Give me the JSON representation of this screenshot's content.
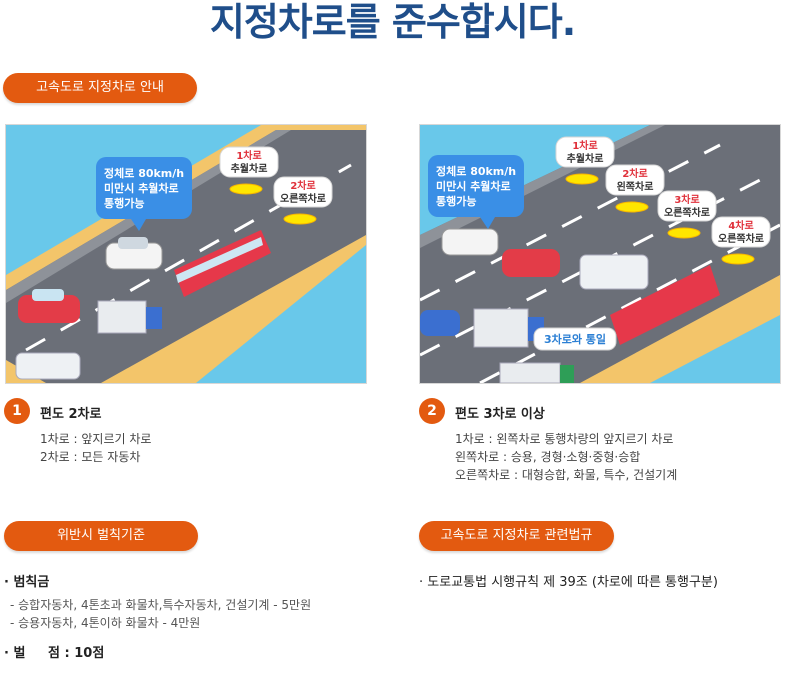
{
  "title": "지정차로를 준수합시다.",
  "section1": {
    "label": "고속도로 지정차로 안내"
  },
  "panel_left": {
    "speech": [
      "정체로 80km/h",
      "미만시 추월차로",
      "통행가능"
    ],
    "tags": [
      {
        "num": "1차로",
        "text": "추월차로"
      },
      {
        "num": "2차로",
        "text": "오른쪽차로"
      }
    ]
  },
  "panel_right": {
    "speech": [
      "정체로 80km/h",
      "미만시 추월차로",
      "통행가능"
    ],
    "tags": [
      {
        "num": "1차로",
        "text": "추월차로"
      },
      {
        "num": "2차로",
        "text": "왼쪽차로"
      },
      {
        "num": "3차로",
        "text": "오른쪽차로"
      },
      {
        "num": "4차로",
        "text": "오른쪽차로"
      }
    ],
    "note": "3차로와 통일"
  },
  "item1": {
    "num": "1",
    "title": "편도 2차로",
    "lines": [
      "1차로 : 앞지르기 차로",
      "2차로 : 모든 자동차"
    ]
  },
  "item2": {
    "num": "2",
    "title": "편도 3차로 이상",
    "lines": [
      "1차로 : 왼쪽차로 통행차량의 앞지르기 차로",
      "왼쪽차로 : 승용, 경형·소형·중형·승합",
      "오른쪽차로 : 대형승합, 화물, 특수, 건설기계"
    ]
  },
  "section2": {
    "label": "위반시 벌칙기준"
  },
  "section3": {
    "label": "고속도로 지정차로 관련법규"
  },
  "penalty": {
    "fine_title": "· 범칙금",
    "fine_lines": [
      "- 승합자동차, 4톤초과 화물차,특수자동차, 건설기계 - 5만원",
      "- 승용자동차, 4톤이하 화물차 - 4만원"
    ],
    "points": "· 벌     점 : 10점"
  },
  "law": {
    "text": "· 도로교통법 시행규칙 제 39조 (차로에 따른 통행구분)"
  },
  "colors": {
    "accent": "#e35a10",
    "title": "#1f4e8a",
    "sky": "#69c8ea",
    "road": "#6b6f78",
    "grass": "#f3c56a"
  }
}
